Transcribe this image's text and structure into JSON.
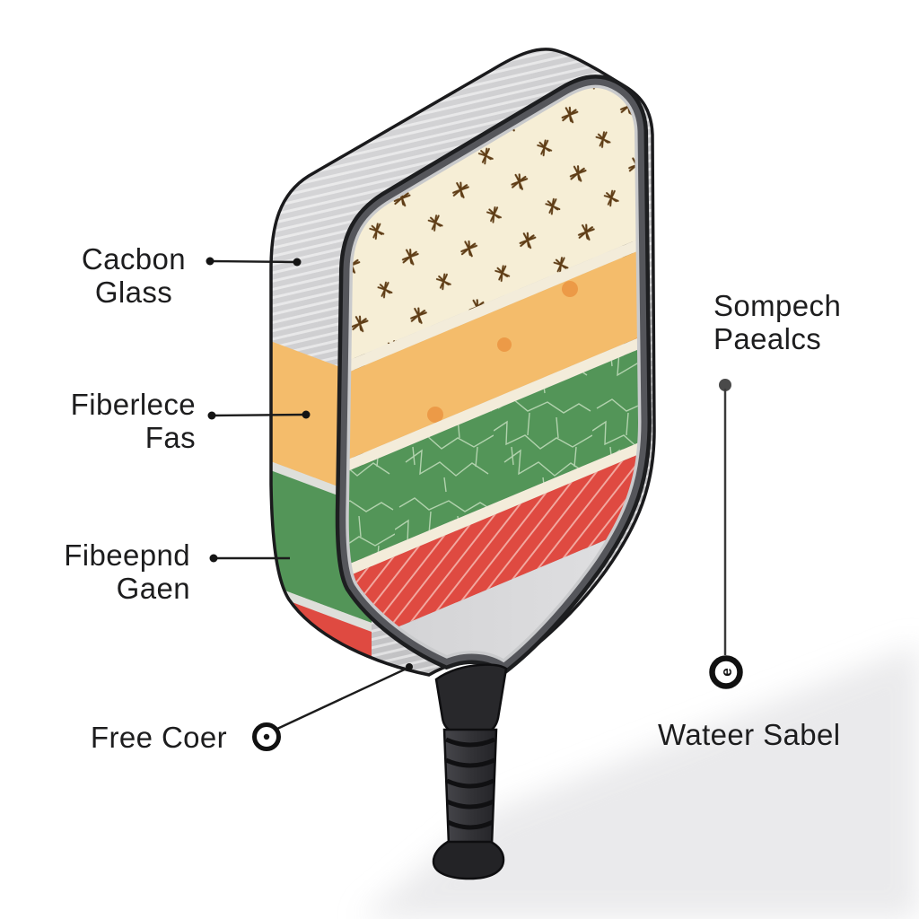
{
  "diagram": {
    "subject": "Pickleball paddle layer construction diagram",
    "labels": {
      "carbon_glass": {
        "line1": "Cacbon",
        "line2": "Glass"
      },
      "fiberlece_fas": {
        "line1": "Fiberlece",
        "line2": "Fas"
      },
      "fibeepnd_gaen": {
        "line1": "Fibeepnd",
        "line2": "Gaen"
      },
      "free_coer": {
        "text": "Free Coer"
      },
      "sompech_paealcs": {
        "line1": "Sompech",
        "line2": "Paealcs"
      },
      "wateer_sabel": {
        "text": "Wateer Sabel"
      },
      "badge_glyph": "e"
    },
    "colors": {
      "face_cream": "#f6eed6",
      "divider": "#f3ecda",
      "layer_orange": "#f4bc6b",
      "orange_dot": "#ec9a47",
      "layer_green": "#539558",
      "green_crackle": "#b7d5b2",
      "layer_red": "#df4a41",
      "red_stripe": "#f2aaa1",
      "side_gray": "#c9c9cb",
      "rim_dark": "#55565b",
      "throat_gray": "#d6d6d8",
      "handle_black": "#2b2b2e",
      "text": "#1d1d1e"
    }
  }
}
